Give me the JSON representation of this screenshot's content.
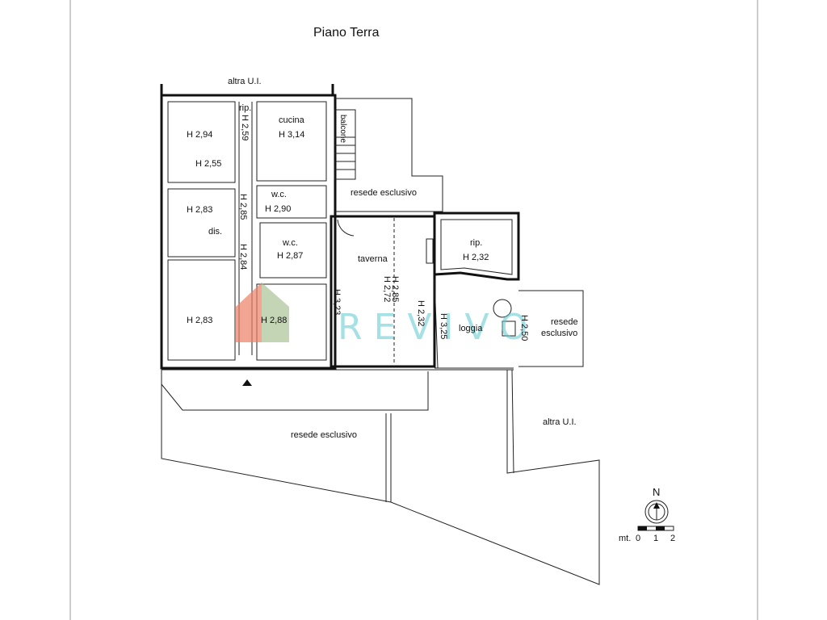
{
  "title": "Piano Terra",
  "rooms": {
    "altra_ui_top": "altra U.I.",
    "rip_top": "rip.",
    "h259": "H 2,59",
    "cucina": "cucina",
    "h314": "H 3,14",
    "balcone": "balcone",
    "h294": "H 2,94",
    "h255": "H 2,55",
    "resede_top": "resede esclusivo",
    "wc_top": "w.c.",
    "h290": "H 2,90",
    "h285_left": "H 2,85",
    "h283_mid": "H 2,83",
    "dis": "dis.",
    "wc_mid": "w.c.",
    "h287": "H 2,87",
    "h284": "H 2,84",
    "taverna": "taverna",
    "h272": "H 2,72",
    "h285_tav": "H 2,85",
    "h323": "H 3,23",
    "h232_tav": "H 2,32",
    "rip_right": "rip.",
    "h232_rip": "H 2,32",
    "h283_low": "H 2,83",
    "h288": "H 2,88",
    "h325": "H 3,25",
    "loggia": "loggia",
    "h250": "H 2,50",
    "resede_right_1": "resede",
    "resede_right_2": "esclusivo",
    "altra_ui_right": "altra U.I.",
    "resede_bottom": "resede esclusivo"
  },
  "compass": {
    "north": "N"
  },
  "scale": {
    "unit": "mt.",
    "t0": "0",
    "t1": "1",
    "t2": "2"
  },
  "watermark": {
    "text": "REVIVO",
    "colors": [
      "#e8607a",
      "#f4b63f",
      "#5cc7cf"
    ]
  }
}
